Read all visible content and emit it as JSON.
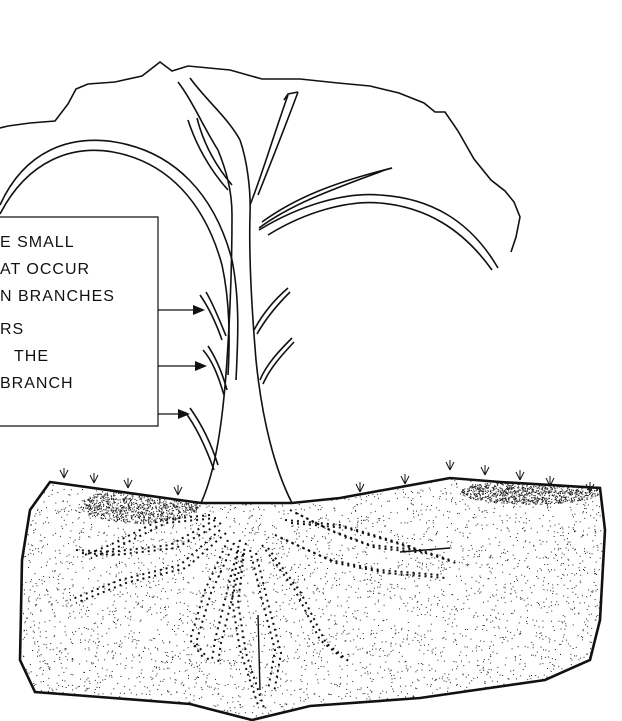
{
  "annotation": {
    "lines": [
      "E SMALL",
      "AT OCCUR",
      "N BRANCHES",
      "RS",
      "THE",
      "BRANCH"
    ]
  },
  "colors": {
    "ink": "#111111",
    "soil_stipple": "#222222",
    "background": "#ffffff"
  },
  "diagram": {
    "subject": "tree with soil root zone",
    "elements": [
      "canopy-outline",
      "trunk",
      "branches",
      "water-sprouts",
      "callout-arrows",
      "soil-mass",
      "root-pattern",
      "grass-tufts"
    ]
  }
}
